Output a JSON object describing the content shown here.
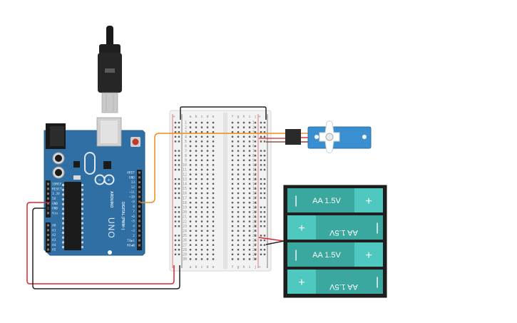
{
  "arduino": {
    "brand": "ARDUINO",
    "model": "UNO",
    "digital_header_label": "DIGITAL (PWM~)",
    "digital_pins": [
      "AREF",
      "GND",
      "13",
      "12",
      "~11",
      "~10",
      "~9",
      "8",
      "7",
      "~6",
      "~5",
      "4",
      "~3",
      "2",
      "TX▶1",
      "RX◀0"
    ],
    "power_pins": [
      "IOREF",
      "RESET",
      "3.3V",
      "5V",
      "GND",
      "GND",
      "Vin"
    ],
    "analog_pins": [
      "A0",
      "A1",
      "A2",
      "A3",
      "A4",
      "A5"
    ]
  },
  "breadboard": {
    "column_letters_left": [
      "a",
      "b",
      "c",
      "d",
      "e"
    ],
    "column_letters_right": [
      "f",
      "g",
      "h",
      "i",
      "j"
    ],
    "rail_plus": "+",
    "rail_minus": "-",
    "row_numbers": [
      "1",
      "2",
      "3",
      "4",
      "5",
      "6",
      "7",
      "8",
      "9",
      "10",
      "11",
      "12",
      "13",
      "14",
      "15",
      "16",
      "17",
      "18",
      "19",
      "20",
      "21",
      "22",
      "23",
      "24",
      "25",
      "26",
      "27",
      "28",
      "29",
      "30"
    ]
  },
  "battery_pack": {
    "cells": [
      {
        "label": "AA 1.5V",
        "flipped": false
      },
      {
        "label": "AA 1.5V",
        "flipped": true
      },
      {
        "label": "AA 1.5V",
        "flipped": false
      },
      {
        "label": "AA 1.5V",
        "flipped": true
      }
    ],
    "plus_sign": "+",
    "minus_sign": "|"
  },
  "colors": {
    "board_blue": "#2f6fa4",
    "battery_teal": "#3aa89e",
    "battery_cap": "#4fc9bf",
    "wire_red": "#d8262c",
    "wire_black": "#222222",
    "wire_orange": "#f08a1c",
    "servo_blue": "#3a8fd0"
  }
}
